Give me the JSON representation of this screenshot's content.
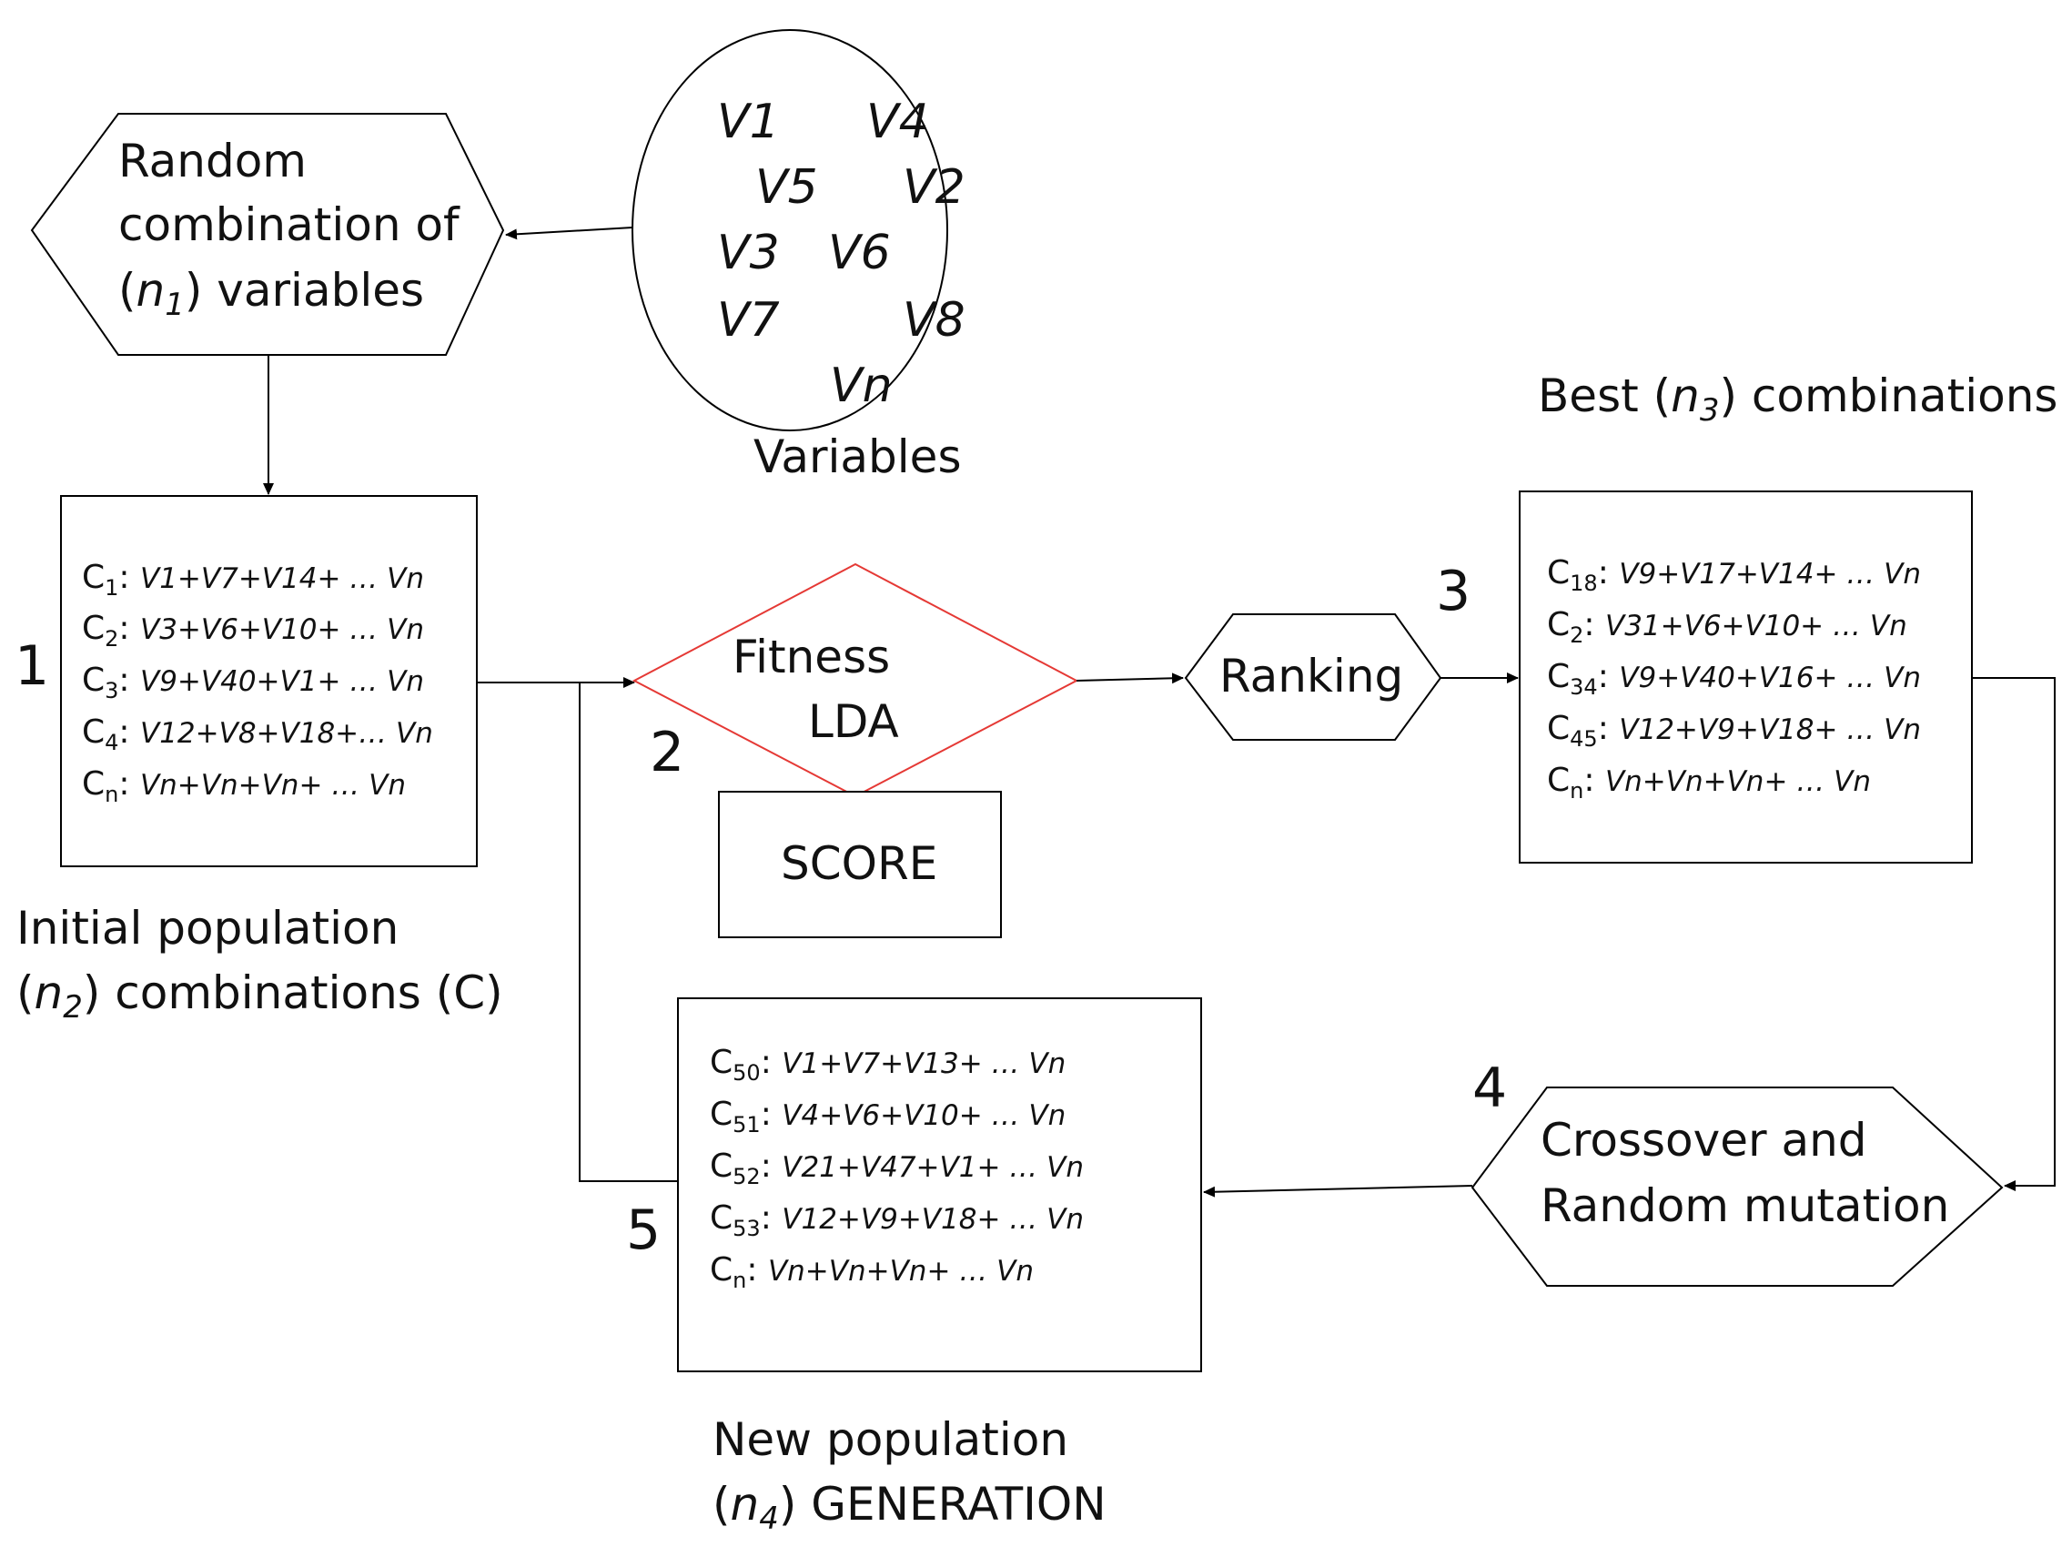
{
  "hexagon_random": {
    "line1": "Random",
    "line2": "combination of",
    "line3_paren_open": "(",
    "line3_n": "n",
    "line3_sub": "1",
    "line3_rest": ") variables"
  },
  "variables_circle": {
    "items": [
      "V1",
      "V4",
      "V5",
      "V2",
      "V3",
      "V6",
      "V7",
      "V8",
      "Vn"
    ],
    "caption": "Variables"
  },
  "initial_population": {
    "rows": [
      {
        "id": "C",
        "sub": "1",
        "expr": "V1+V7+V14+ … Vn"
      },
      {
        "id": "C",
        "sub": "2",
        "expr": "V3+V6+V10+ … Vn"
      },
      {
        "id": "C",
        "sub": "3",
        "expr": "V9+V40+V1+ … Vn"
      },
      {
        "id": "C",
        "sub": "4",
        "expr": "V12+V8+V18+… Vn"
      },
      {
        "id": "C",
        "sub": "n",
        "expr": "Vn+Vn+Vn+ … Vn"
      }
    ],
    "caption_line1": "Initial population",
    "caption_n": "n",
    "caption_sub": "2",
    "caption_rest": ") combinations (C)"
  },
  "fitness": {
    "line1": "Fitness",
    "line2": "LDA",
    "score": "SCORE"
  },
  "ranking": {
    "label": "Ranking"
  },
  "best": {
    "title_prefix": "Best (",
    "title_n": "n",
    "title_sub": "3",
    "title_rest": ") combinations",
    "rows": [
      {
        "id": "C",
        "sub": "18",
        "expr": "V9+V17+V14+ … Vn"
      },
      {
        "id": "C",
        "sub": "2",
        "expr": "V31+V6+V10+ … Vn"
      },
      {
        "id": "C",
        "sub": "34",
        "expr": "V9+V40+V16+ … Vn"
      },
      {
        "id": "C",
        "sub": "45",
        "expr": "V12+V9+V18+ … Vn"
      },
      {
        "id": "C",
        "sub": "n",
        "expr": "Vn+Vn+Vn+ … Vn"
      }
    ]
  },
  "crossover": {
    "line1": "Crossover and",
    "line2": "Random mutation"
  },
  "new_population": {
    "rows": [
      {
        "id": "C",
        "sub": "50",
        "expr": "V1+V7+V13+ … Vn"
      },
      {
        "id": "C",
        "sub": "51",
        "expr": "V4+V6+V10+ … Vn"
      },
      {
        "id": "C",
        "sub": "52",
        "expr": "V21+V47+V1+ … Vn"
      },
      {
        "id": "C",
        "sub": "53",
        "expr": "V12+V9+V18+ … Vn"
      },
      {
        "id": "C",
        "sub": "n",
        "expr": "Vn+Vn+Vn+ … Vn"
      }
    ],
    "caption_line1": "New population",
    "caption_n": "n",
    "caption_sub": "4",
    "caption_rest": ") GENERATION"
  },
  "steps": [
    "1",
    "2",
    "3",
    "4",
    "5"
  ],
  "colors": {
    "stroke": "#000000",
    "fitness_stroke": "#e53935"
  }
}
